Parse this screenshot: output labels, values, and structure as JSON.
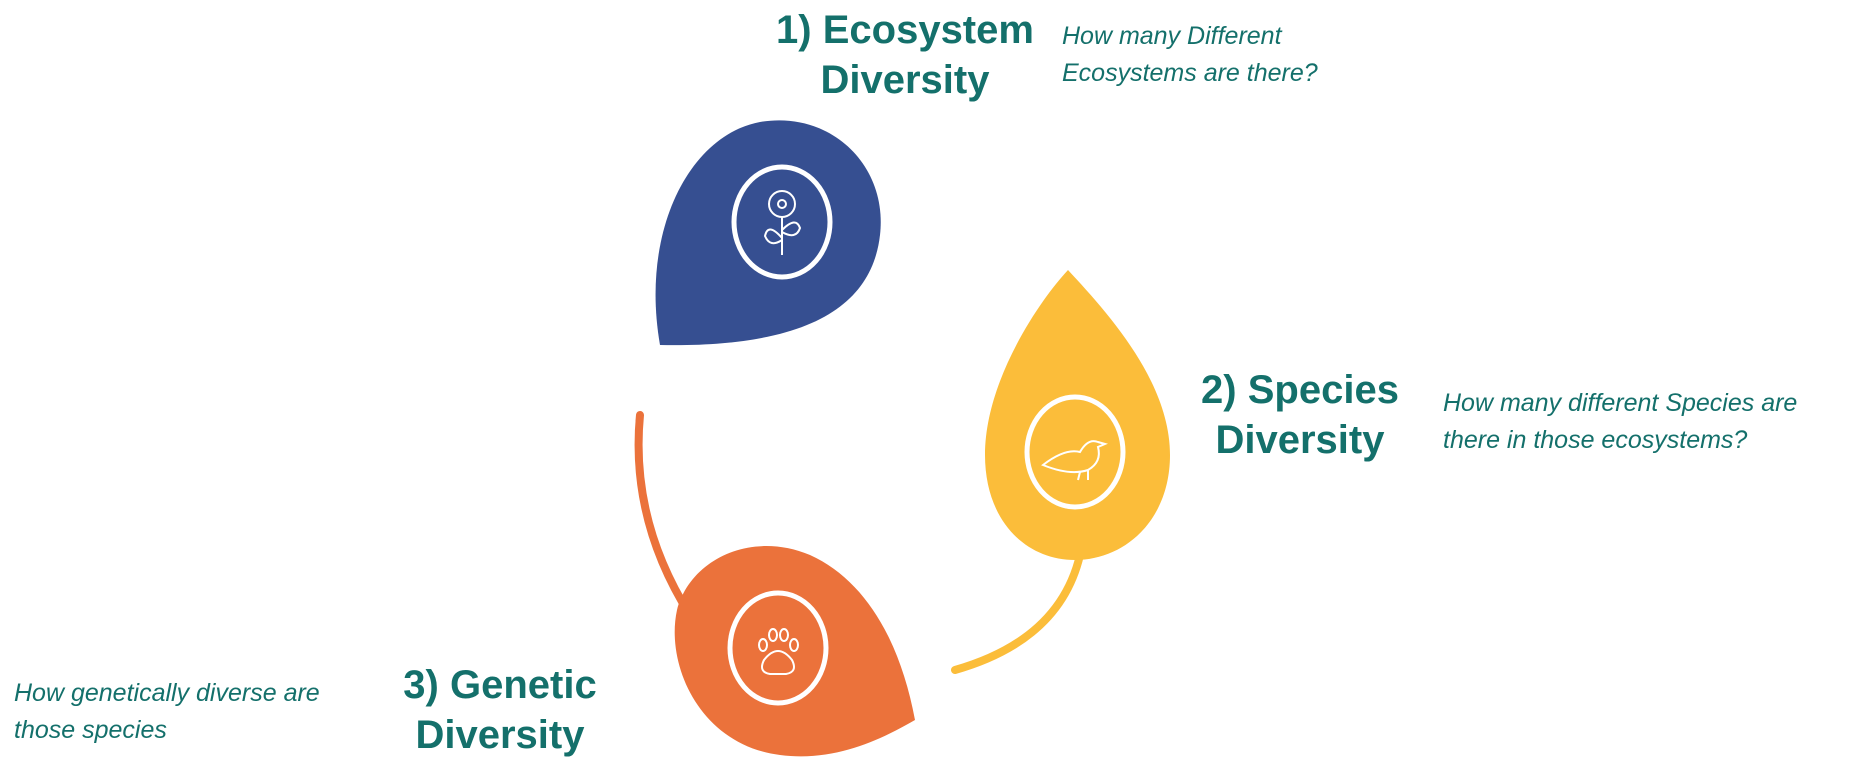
{
  "items": [
    {
      "title_line1": "1) Ecosystem",
      "title_line2": "Diversity",
      "question_line1": "How many Different",
      "question_line2": "Ecosystems are there?",
      "color": "#364f91",
      "icon": "flower-icon"
    },
    {
      "title_line1": "2) Species",
      "title_line2": "Diversity",
      "question_line1": "How many different Species are",
      "question_line2": "there in those ecosystems?",
      "color": "#fbbd3a",
      "icon": "bird-icon"
    },
    {
      "title_line1": "3) Genetic",
      "title_line2": "Diversity",
      "question_line1": "How genetically diverse are",
      "question_line2": "those species",
      "color": "#eb723b",
      "icon": "paw-icon"
    }
  ],
  "colors": {
    "text": "#14706b"
  }
}
